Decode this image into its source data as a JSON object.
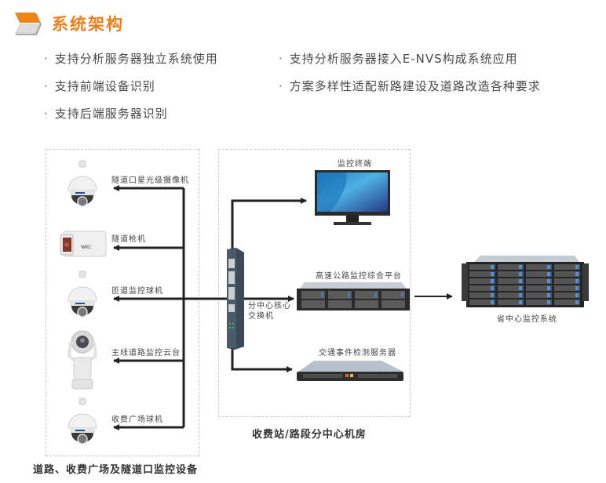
{
  "header": {
    "title": "系统架构",
    "title_color": "#ef7f1a",
    "icon": "orange-chevron-icon"
  },
  "features": {
    "left": [
      "支持分析服务器独立系统使用",
      "支持前端设备识别",
      "支持后端服务器识别"
    ],
    "right": [
      "支持分析服务器接入E-NVS构成系统应用",
      "方案多样性适配新路建设及道路改造各种要求"
    ],
    "bullet": "·"
  },
  "diagram": {
    "frontend_group": {
      "caption": "道路、收费广场及隧道口监控设备",
      "devices": [
        {
          "label": "隧道口星光级摄像机",
          "icon": "dome-camera-icon"
        },
        {
          "label": "隧道枪机",
          "icon": "box-camera-icon"
        },
        {
          "label": "匝道监控球机",
          "icon": "dome-camera-icon"
        },
        {
          "label": "主线道路监控云台",
          "icon": "ptz-camera-icon"
        },
        {
          "label": "收费广场球机",
          "icon": "dome-camera-icon"
        }
      ]
    },
    "station_group": {
      "caption": "收费站/路段分中心机房",
      "switch_label_line1": "分中心核心",
      "switch_label_line2": "交换机",
      "monitor_label": "监控终端",
      "platform_label": "高速公路监控综合平台",
      "event_server_label": "交通事件检测服务器"
    },
    "province": {
      "label": "省中心监控系统"
    }
  }
}
